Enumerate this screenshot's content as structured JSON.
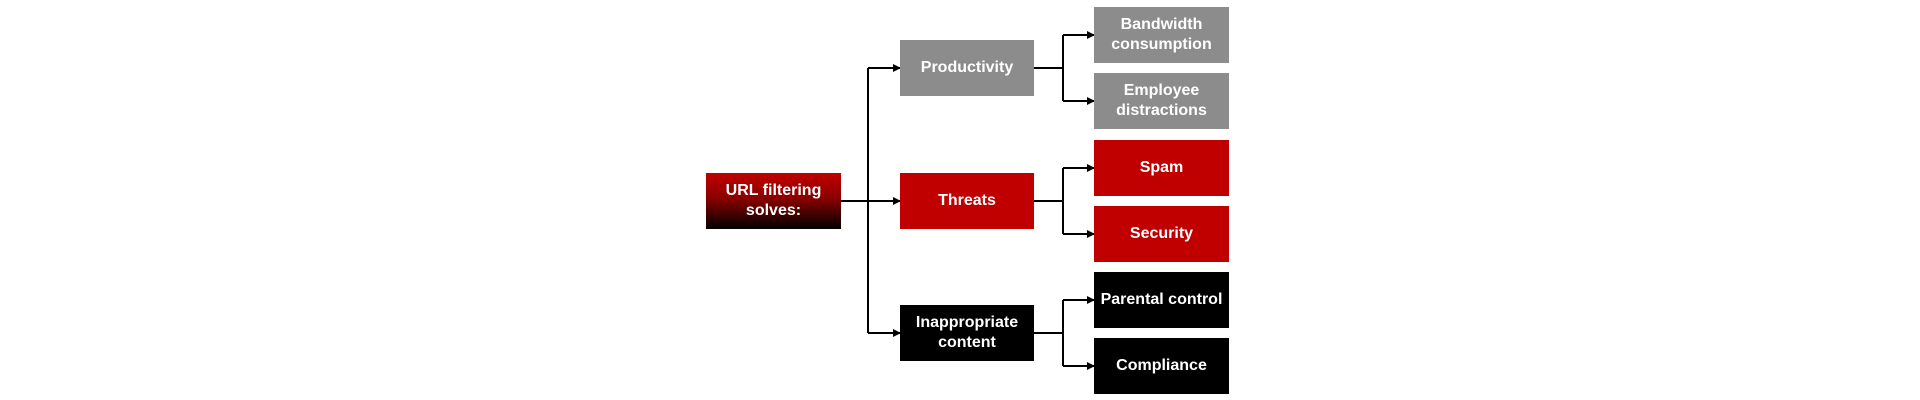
{
  "root": {
    "label": "URL filtering solves:",
    "color": "#c00000"
  },
  "categories": [
    {
      "label": "Productivity",
      "color": "#8c8c8c",
      "children": [
        "Bandwidth consumption",
        "Employee distractions"
      ]
    },
    {
      "label": "Threats",
      "color": "#c00000",
      "children": [
        "Spam",
        "Security"
      ]
    },
    {
      "label": "Inappropriate content",
      "color": "#000000",
      "children": [
        "Parental control",
        "Compliance"
      ]
    }
  ]
}
